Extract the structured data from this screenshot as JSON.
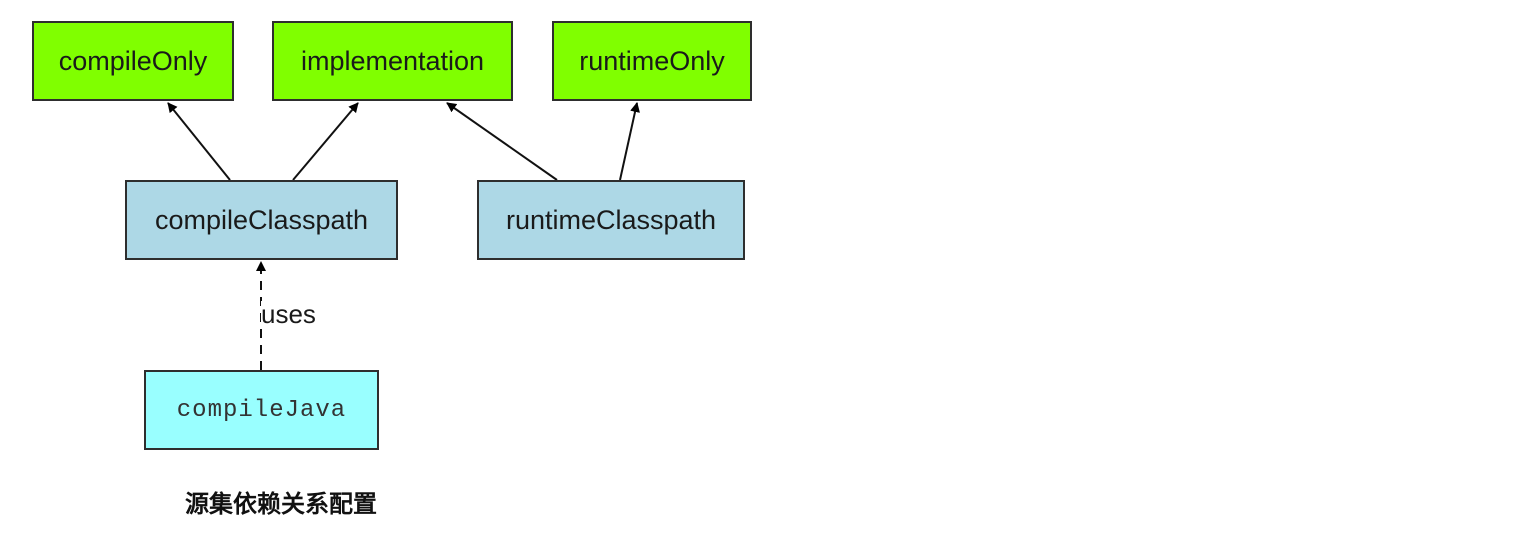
{
  "diagram": {
    "nodes": {
      "compileOnly": {
        "label": "compileOnly"
      },
      "implementation": {
        "label": "implementation"
      },
      "runtimeOnly": {
        "label": "runtimeOnly"
      },
      "compileClasspath": {
        "label": "compileClasspath"
      },
      "runtimeClasspath": {
        "label": "runtimeClasspath"
      },
      "compileJava": {
        "label": "compileJava"
      }
    },
    "edges": [
      {
        "from": "compileClasspath",
        "to": "compileOnly",
        "style": "solid"
      },
      {
        "from": "compileClasspath",
        "to": "implementation",
        "style": "solid"
      },
      {
        "from": "runtimeClasspath",
        "to": "implementation",
        "style": "solid"
      },
      {
        "from": "runtimeClasspath",
        "to": "runtimeOnly",
        "style": "solid"
      },
      {
        "from": "compileJava",
        "to": "compileClasspath",
        "style": "dashed",
        "label": "uses"
      }
    ],
    "uses_label": "uses",
    "caption": "源集依赖关系配置",
    "colors": {
      "configuration": "#80ff00",
      "classpath": "#add8e6",
      "task": "#99ffff",
      "border": "#2e2e2e"
    }
  }
}
